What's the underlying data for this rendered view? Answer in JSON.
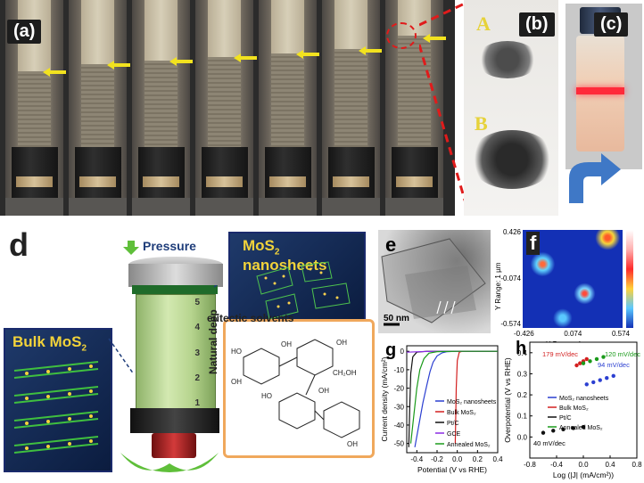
{
  "panel_labels": {
    "a": "(a)",
    "b": "(b)",
    "c": "(c)",
    "d": "d",
    "e": "e",
    "f": "f",
    "g": "g",
    "h": "h"
  },
  "photo_b": {
    "label_a": "A",
    "label_b": "B"
  },
  "panel_d": {
    "pressure": "Pressure",
    "nanosheets_title": "MoS",
    "nanosheets_sub": "2",
    "nanosheets_rest": " nanosheets",
    "bulk_title": "Bulk MoS",
    "bulk_sub": "2",
    "solvent_line1": "eutectic solvents",
    "solvent_line2": "Natural deep",
    "syringe_ticks": [
      "5",
      "4",
      "3",
      "2",
      "1"
    ]
  },
  "panel_e": {
    "scale_bar": "50 nm"
  },
  "panel_f": {
    "y_ticks": [
      "0.426",
      "-0.074",
      "-0.574"
    ],
    "x_ticks": [
      "-0.426",
      "0.074",
      "0.574"
    ],
    "ylabel": "Y Range: 1 µm",
    "xlabel": "X Range: 1 µm"
  },
  "chart_data": [
    {
      "type": "line",
      "panel": "g",
      "xlabel": "Potential (V vs RHE)",
      "ylabel": "Current density (mA/cm²)",
      "xlim": [
        -0.5,
        0.4
      ],
      "ylim": [
        -55,
        3
      ],
      "x_ticks": [
        "-0.4",
        "-0.2",
        "0.0",
        "0.2",
        "0.4"
      ],
      "y_ticks": [
        "0",
        "-10",
        "-20",
        "-30",
        "-40",
        "-50"
      ],
      "series": [
        {
          "name": "MoS2 nanosheets",
          "legend": "MoS₂ nanosheets",
          "color": "#2b3fd1",
          "x": [
            -0.42,
            -0.38,
            -0.34,
            -0.3,
            -0.27,
            -0.24,
            -0.2,
            -0.15,
            -0.1,
            0.0,
            0.4
          ],
          "y": [
            -52,
            -40,
            -28,
            -18,
            -11,
            -6,
            -2.5,
            -0.8,
            -0.2,
            0,
            0
          ]
        },
        {
          "name": "Bulk MoS2",
          "legend": "Bulk MoS₂",
          "color": "#d32020",
          "x": [
            -0.02,
            -0.01,
            0.0,
            0.02,
            0.05,
            0.4
          ],
          "y": [
            -50,
            -20,
            -5,
            -0.5,
            0,
            0
          ]
        },
        {
          "name": "Pt/C",
          "legend": "Pt/C",
          "color": "#111111",
          "x": [
            -0.48,
            -0.47,
            -0.46,
            -0.44,
            -0.4,
            -0.3,
            0.4
          ],
          "y": [
            -52,
            -30,
            -12,
            -3,
            -0.5,
            0,
            0
          ]
        },
        {
          "name": "GCE",
          "legend": "GCE",
          "color": "#8a2be2",
          "x": [
            -0.5,
            -0.3,
            0.0,
            0.4
          ],
          "y": [
            -0.5,
            -0.1,
            0,
            0
          ]
        },
        {
          "name": "Annealed MoS2",
          "legend": "Annealed MoS₂",
          "color": "#1a9a1a",
          "x": [
            -0.46,
            -0.43,
            -0.4,
            -0.37,
            -0.33,
            -0.28,
            -0.2,
            0.0,
            0.4
          ],
          "y": [
            -50,
            -35,
            -20,
            -10,
            -4,
            -1,
            -0.2,
            0,
            0
          ]
        }
      ]
    },
    {
      "type": "scatter",
      "panel": "h",
      "xlabel": "Log (|J| (mA/cm²))",
      "ylabel": "Overpotential (V vs RHE)",
      "xlim": [
        -0.8,
        0.8
      ],
      "ylim": [
        -0.1,
        0.45
      ],
      "x_ticks": [
        "-0.8",
        "-0.4",
        "0.0",
        "0.4",
        "0.8"
      ],
      "y_ticks": [
        "0.0",
        "0.1",
        "0.2",
        "0.3",
        "0.4"
      ],
      "annotations": [
        "179 mV/dec",
        "120 mV/dec",
        "94 mV/dec",
        "40 mV/dec"
      ],
      "series": [
        {
          "name": "MoS2 nanosheets",
          "legend": "MoS₂ nanosheets",
          "color": "#2b3fd1",
          "x": [
            0.05,
            0.15,
            0.25,
            0.35,
            0.45
          ],
          "y": [
            0.25,
            0.26,
            0.27,
            0.28,
            0.29
          ]
        },
        {
          "name": "Bulk MoS2",
          "legend": "Bulk MoS₂",
          "color": "#d32020",
          "x": [
            -0.1,
            -0.05,
            0.0,
            0.05
          ],
          "y": [
            0.34,
            0.35,
            0.36,
            0.37
          ]
        },
        {
          "name": "Pt/C",
          "legend": "Pt/C",
          "color": "#111111",
          "x": [
            -0.6,
            -0.45,
            -0.3,
            -0.15,
            0.0
          ],
          "y": [
            0.02,
            0.03,
            0.036,
            0.042,
            0.048
          ]
        },
        {
          "name": "Annealed MoS2",
          "legend": "Annealed MoS₂",
          "color": "#1a9a1a",
          "x": [
            0.0,
            0.1,
            0.2,
            0.3
          ],
          "y": [
            0.35,
            0.36,
            0.37,
            0.38
          ]
        }
      ]
    }
  ]
}
